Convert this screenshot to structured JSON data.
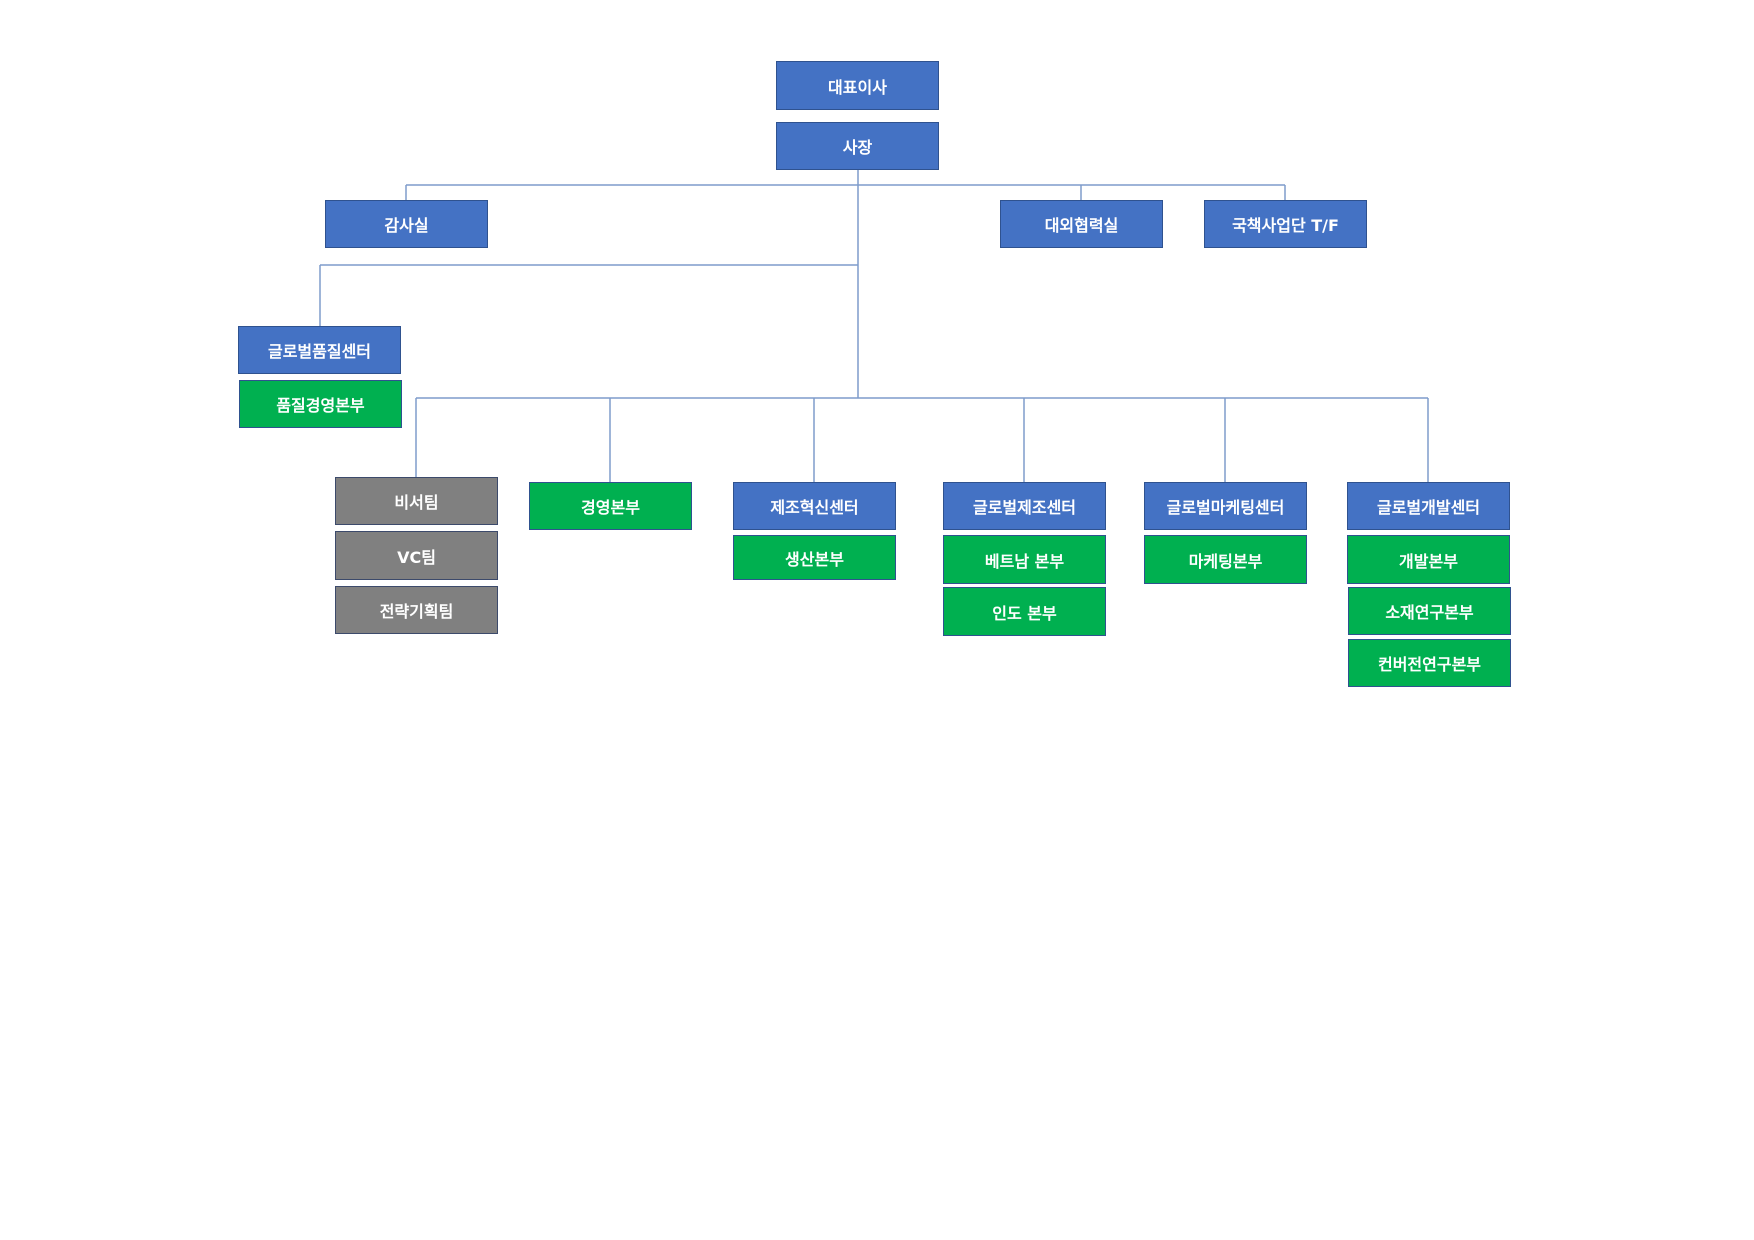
{
  "colors": {
    "blue": "#4472C4",
    "green": "#00B050",
    "gray": "#808080",
    "line": "#7f9ccb"
  },
  "org": {
    "ceo": "대표이사",
    "president": "사장",
    "audit": "감사실",
    "external_affairs": "대외협력실",
    "national_project_tf": "국책사업단 T/F",
    "quality_center": "글로벌품질센터",
    "quality_mgmt": "품질경영본부",
    "secretary_team": "비서팀",
    "vc_team": "VC팀",
    "strategy_team": "전략기획팀",
    "management_hq": "경영본부",
    "mfg_innovation_center": "제조혁신센터",
    "production_hq": "생산본부",
    "global_mfg_center": "글로벌제조센터",
    "vietnam_hq": "베트남 본부",
    "india_hq": "인도 본부",
    "global_marketing_center": "글로벌마케팅센터",
    "marketing_hq": "마케팅본부",
    "global_dev_center": "글로벌개발센터",
    "dev_hq": "개발본부",
    "materials_research_hq": "소재연구본부",
    "converter_research_hq": "컨버전연구본부"
  }
}
